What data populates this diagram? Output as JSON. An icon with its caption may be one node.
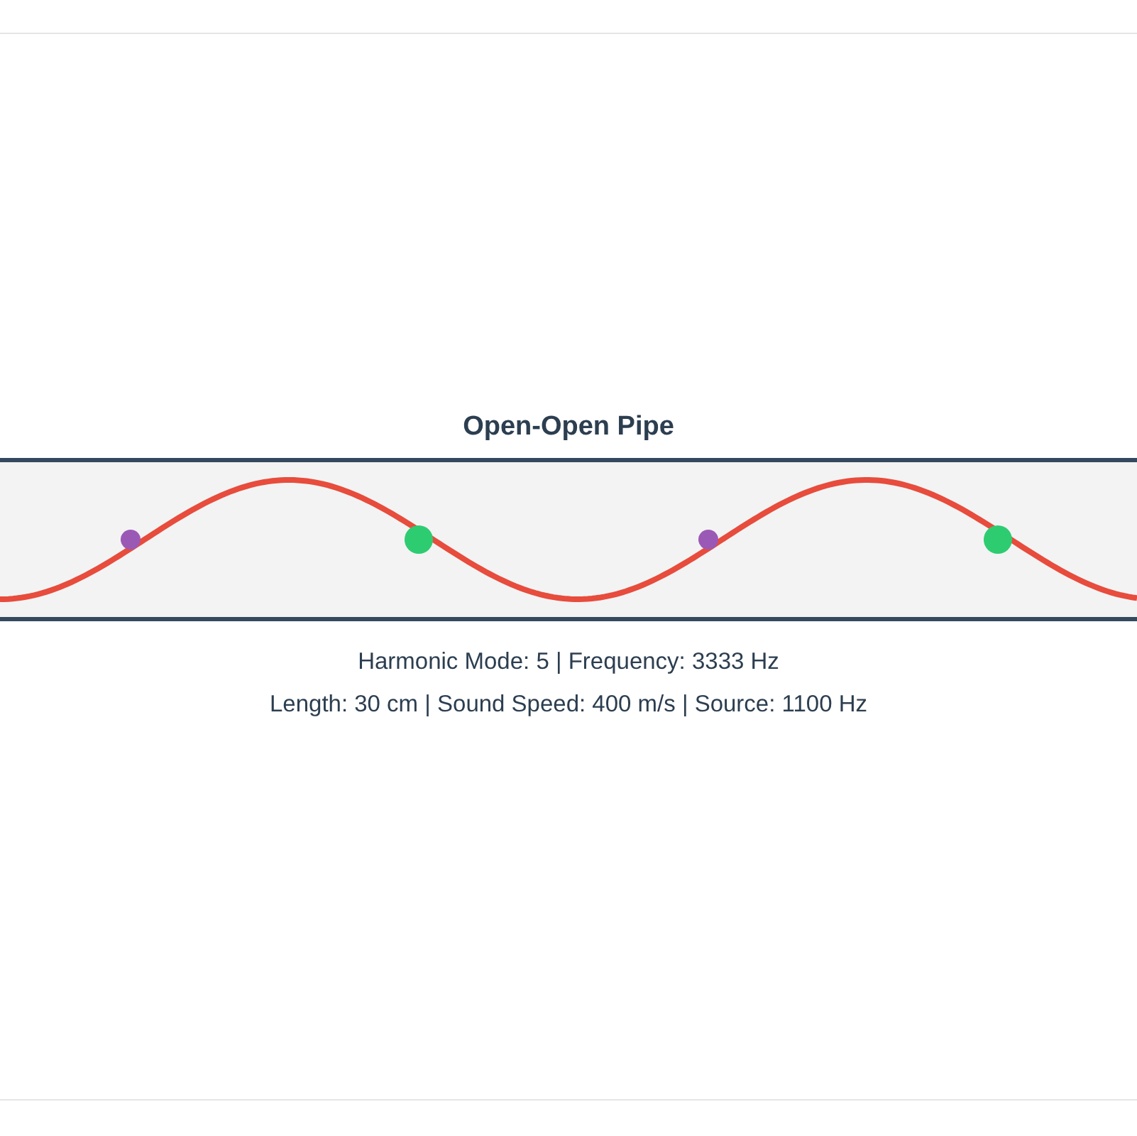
{
  "diagram": {
    "title": "Open-Open Pipe",
    "labels": [
      "Harmonic Mode: 5 | Frequency: 3333 Hz",
      "Length: 30 cm | Sound Speed: 400 m/s | Source: 1100 Hz"
    ]
  }
}
